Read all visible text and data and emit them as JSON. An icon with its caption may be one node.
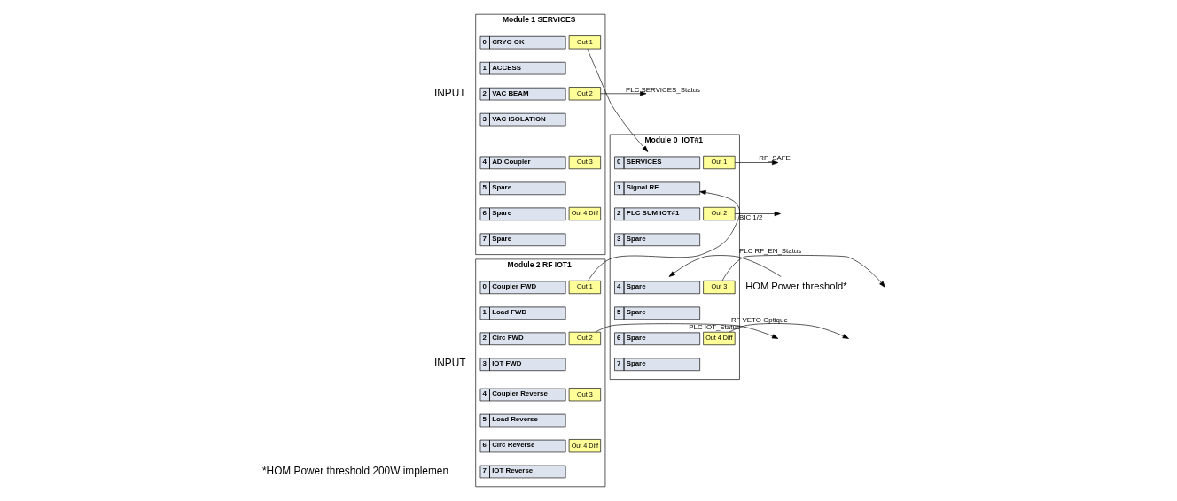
{
  "diagram": {
    "nodes": [
      {
        "text": [
          "Module 1 SERVICES"
        ]
      },
      {
        "text": [
          "0",
          "CRYO OK"
        ],
        "in": 0
      },
      {
        "text": [
          "1",
          "ACCESS"
        ],
        "in": 0
      },
      {
        "text": [
          "2",
          "VAC BEAM"
        ],
        "in": 0
      },
      {
        "text": [
          "3",
          "VAC ISOLATION"
        ],
        "in": 0
      },
      {
        "text": [
          "4",
          "AD Coupler"
        ],
        "in": 0
      },
      {
        "text": [
          "5",
          "Spare"
        ],
        "in": 0
      },
      {
        "text": [
          "6",
          "Spare"
        ],
        "in": 0
      },
      {
        "text": [
          "7",
          "Spare"
        ],
        "in": 0
      },
      {
        "text": [
          "Out 1"
        ],
        "in": 0
      },
      {
        "text": [
          "Out 2"
        ],
        "in": 0
      },
      {
        "text": [
          "Out 3"
        ],
        "in": 0
      },
      {
        "text": [
          "Out 4 Diff"
        ],
        "in": 0
      },
      {
        "text": [
          "Module 2 RF IOT1"
        ]
      },
      {
        "text": [
          "0",
          "Coupler FWD"
        ],
        "in": 13
      },
      {
        "text": [
          "1",
          "Load FWD"
        ],
        "in": 13
      },
      {
        "text": [
          "2",
          "Circ FWD"
        ],
        "in": 13
      },
      {
        "text": [
          "3",
          "IOT FWD"
        ],
        "in": 13
      },
      {
        "text": [
          "4",
          "Coupler Reverse"
        ],
        "in": 13
      },
      {
        "text": [
          "5",
          "Load Reverse"
        ],
        "in": 13
      },
      {
        "text": [
          "6",
          "Circ Reverse"
        ],
        "in": 13
      },
      {
        "text": [
          "7",
          "IOT Reverse"
        ],
        "in": 13
      },
      {
        "text": [
          "Out 1"
        ],
        "in": 13
      },
      {
        "text": [
          "Out 2"
        ],
        "in": 13
      },
      {
        "text": [
          "Out 3"
        ],
        "in": 13
      },
      {
        "text": [
          "Out 4 Diff"
        ],
        "in": 13
      },
      {
        "text": [
          "Module 0  IOT#1"
        ]
      },
      {
        "text": [
          "0",
          "SERVICES"
        ],
        "in": 26
      },
      {
        "text": [
          "1",
          "Signal RF"
        ],
        "in": 26
      },
      {
        "text": [
          "2",
          "PLC SUM IOT#1"
        ],
        "in": 26
      },
      {
        "text": [
          "3",
          "Spare"
        ],
        "in": 26
      },
      {
        "text": [
          "4",
          "Spare"
        ],
        "in": 26
      },
      {
        "text": [
          "5",
          "Spare"
        ],
        "in": 26
      },
      {
        "text": [
          "6",
          "Spare"
        ],
        "in": 26
      },
      {
        "text": [
          "7",
          "Spare"
        ],
        "in": 26
      },
      {
        "text": [
          "Out 1"
        ],
        "in": 26
      },
      {
        "text": [
          "Out 2"
        ],
        "in": 26
      },
      {
        "text": [
          "Out 3"
        ],
        "in": 26
      },
      {
        "text": [
          "Out 4 Diff"
        ],
        "in": 26
      },
      {
        "text": [
          "HOM Power threshold*"
        ]
      }
    ],
    "edges": [
      {
        "from": 9,
        "to": 27,
        "arrow": "to"
      },
      {
        "from": 10,
        "to": null,
        "arrow": "to",
        "label": "PLC SERVICES_Status"
      },
      {
        "from": 22,
        "to": 28,
        "arrow": "to"
      },
      {
        "from": 23,
        "to": null,
        "arrow": "to",
        "label": "PLC IOT_Status"
      },
      {
        "from": 39,
        "to": 31,
        "arrow": "to"
      },
      {
        "from": 35,
        "to": null,
        "arrow": "to",
        "label": "RF_SAFE"
      },
      {
        "from": 36,
        "to": null,
        "arrow": "to",
        "label": "BIC 1/2"
      },
      {
        "from": 37,
        "to": null,
        "arrow": "to",
        "label": "PLC RF_EN_Status"
      },
      {
        "from": 38,
        "to": null,
        "arrow": "to",
        "label": "RF VETO Optique"
      }
    ],
    "labels": [
      "INPUT",
      "INPUT",
      "*HOM Power threshold 200W implemen"
    ]
  }
}
